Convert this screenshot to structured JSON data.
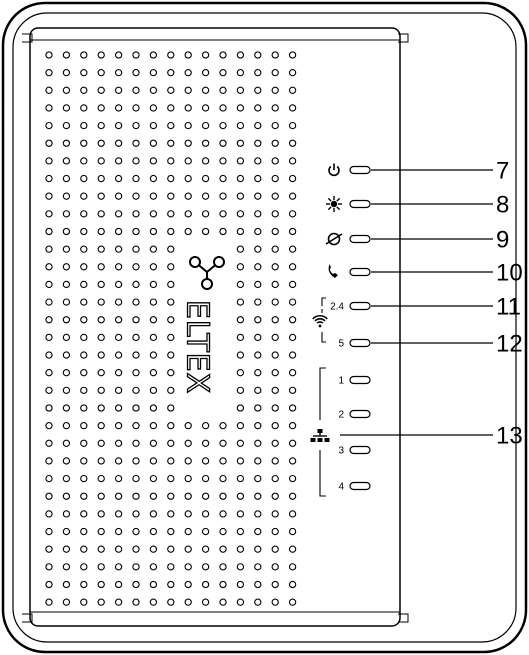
{
  "device": {
    "brand": "ELTEX",
    "leds": [
      {
        "icon": "power-icon",
        "label": "",
        "number": "7"
      },
      {
        "icon": "sun-icon",
        "label": "",
        "number": "8"
      },
      {
        "icon": "globe-icon",
        "label": "",
        "number": "9"
      },
      {
        "icon": "phone-icon",
        "label": "",
        "number": "10"
      },
      {
        "icon": "wifi-icon",
        "label": "2.4",
        "number": "11"
      },
      {
        "icon": "wifi-icon",
        "label": "5",
        "number": "12"
      },
      {
        "icon": "lan-icon",
        "label": "1",
        "number": ""
      },
      {
        "icon": "lan-icon",
        "label": "2",
        "number": "13"
      },
      {
        "icon": "lan-icon",
        "label": "3",
        "number": ""
      },
      {
        "icon": "lan-icon",
        "label": "4",
        "number": ""
      }
    ]
  }
}
